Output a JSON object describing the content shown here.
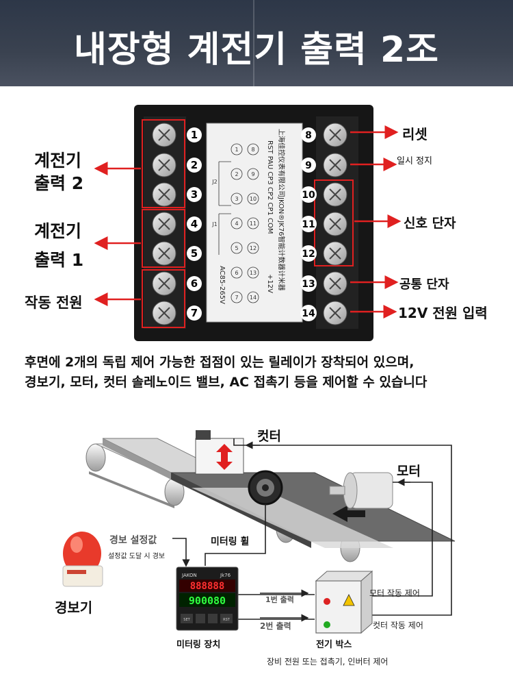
{
  "header": {
    "title": "내장형 계전기 출력 2조"
  },
  "device": {
    "left_terminals": [
      "1",
      "2",
      "3",
      "4",
      "5",
      "6",
      "7"
    ],
    "right_terminals": [
      "8",
      "9",
      "10",
      "11",
      "12",
      "13",
      "14"
    ],
    "label_lines": [
      "上海佳控仪表有限公司JKON®JK76智能计数器计米器",
      "RST PAU CP3 CP2 CP1 COM",
      "+12V",
      "AC85-265V"
    ],
    "left_pins": [
      "1",
      "2",
      "3",
      "4",
      "5",
      "6",
      "7"
    ],
    "right_pins": [
      "8",
      "9",
      "10",
      "11",
      "12",
      "13",
      "14"
    ],
    "jumper_labels": [
      "J2",
      "J1"
    ]
  },
  "left_labels": {
    "relay2": [
      "계전기",
      "출력 2"
    ],
    "relay1": [
      "계전기",
      "출력 1"
    ],
    "power": "작동 전원"
  },
  "right_labels": {
    "reset": "리셋",
    "pause": "일시 정지",
    "signal": "신호 단자",
    "common": "공통 단자",
    "power12": "12V 전원 입력"
  },
  "description": [
    "후면에 2개의 독립 제어 가능한 접점이 있는 릴레이가 장착되어 있으며,",
    "경보기, 모터, 컷터 솔레노이드 밸브, AC 접촉기 등을 제어할 수 있습니다"
  ],
  "diagram": {
    "cutter": "컷터",
    "motor": "모터",
    "meter_wheel": "미터링 휠",
    "alarm_setting": "경보 설정값",
    "alarm_note": "설정값 도달 시 경보",
    "alarm": "경보기",
    "meter_device": "미터링 장치",
    "out1": "1번 출력",
    "out2": "2번 출력",
    "electric_box": "전기 박스",
    "motor_ctrl": "모터 작동 제어",
    "cutter_ctrl": "컷터 작동 제어",
    "box_note": "장비 전원 또는 접촉기, 인버터 제어",
    "brand": "JAKON",
    "model": "Jk76",
    "display_top": "888888",
    "display_bottom": "900080",
    "buttons": [
      "SET",
      "",
      "",
      "RST"
    ]
  },
  "colors": {
    "arrow": "#e02020",
    "accent": "#111111",
    "banner": "#2d3748"
  }
}
